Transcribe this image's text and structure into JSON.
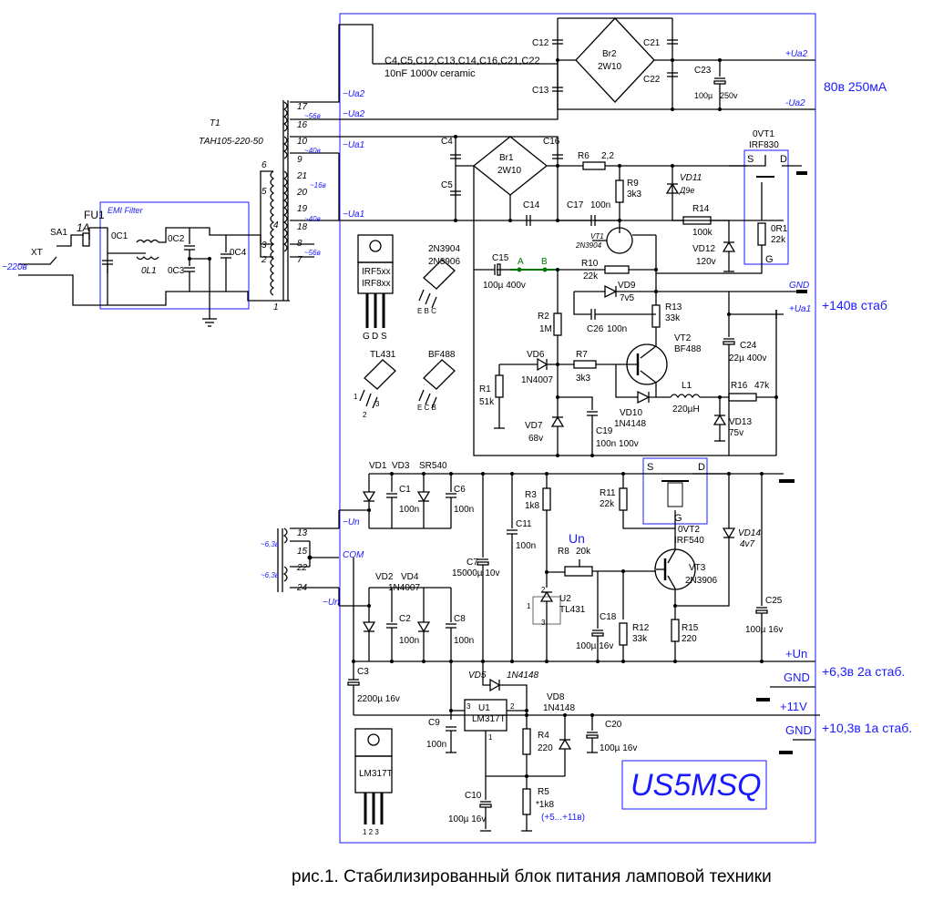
{
  "caption": "рис.1. Стабилизированный блок питания ламповой техники",
  "logo": "US5MSQ",
  "transformer": {
    "ref": "T1",
    "model": "ТАН105-220-50"
  },
  "input": {
    "fuse": "FU1",
    "fuse_rating": "1A",
    "switch": "SA1",
    "connector": "XT",
    "mains": "~220в"
  },
  "emi": {
    "title": "EMI Filter",
    "c1": "0C1",
    "c2": "0C2",
    "c3": "0C3",
    "c4": "0C4",
    "l1": "0L1"
  },
  "pins": {
    "p17": "17",
    "p16": "16",
    "p10": "10",
    "p9": "9",
    "p6": "6",
    "p5": "5",
    "p4": "4",
    "p3": "3",
    "p2": "2",
    "p1": "1",
    "p21": "21",
    "p20": "20",
    "p19": "19",
    "p18": "18",
    "p8": "8",
    "p7": "7",
    "p13": "13",
    "p15": "15",
    "p22": "22",
    "p24": "24"
  },
  "windings": {
    "w56a": "~56в",
    "w40a": "~40в",
    "w16": "~16в",
    "w40b": "~40в",
    "w56b": "~56в",
    "w63a": "~6,3в",
    "w63b": "~6,3в"
  },
  "nets": {
    "ua2": "~Ua2",
    "ua2b": "~Ua2",
    "ua1": "~Ua1",
    "ua1b": "~Ua1",
    "un": "~Un",
    "com": "COM",
    "un2": "~Un",
    "pua2": "+Ua2",
    "mua2": "-Ua2",
    "pua1": "+Ua1",
    "gnd1": "GND",
    "pun": "+Un",
    "gnd2": "GND",
    "p11v": "+11V",
    "gnd3": "GND",
    "a": "A",
    "b": "B",
    "un_adj": "Un"
  },
  "outputs": {
    "o1": "80в 250мА",
    "o2": "+140в  стаб",
    "o3": "+6,3в 2а стаб.",
    "o4": "+10,3в 1а стаб."
  },
  "note": {
    "line1": "C4,C5,C12,C13,C14,C16,C21,C22",
    "line2": "10nF 1000v ceramic"
  },
  "hv": {
    "c12": "C12",
    "c13": "C13",
    "c21": "C21",
    "c22": "C22",
    "br2": "Br2",
    "br2v": "2W10",
    "c23": "C23",
    "c23v": "100µ",
    "c23u": "250v",
    "c4": "C4",
    "c5": "C5",
    "c16": "C16",
    "br1": "Br1",
    "br1v": "2W10",
    "c14": "C14",
    "r6": "R6",
    "r6v": "2,2",
    "c17": "C17",
    "c17v": "100n",
    "r9": "R9",
    "r9v": "3k3",
    "vd11": "VD11",
    "vd11v": "Д9е",
    "r14": "R14",
    "r14v": "100k",
    "vd12": "VD12",
    "vd12v": "120v",
    "q1": "0VT1",
    "q1v": "IRF830",
    "s1": "S",
    "d1": "D",
    "g1": "G",
    "r01": "0R1",
    "r01v": "22k",
    "vt1": "VT1",
    "vt1v": "2N3904",
    "c15": "C15",
    "c15v": "100µ 400v",
    "r10": "R10",
    "r10v": "22k",
    "vd9": "VD9",
    "vd9v": "7v5",
    "r2": "R2",
    "r2v": "1M",
    "c26": "C26",
    "c26v": "100n",
    "r13": "R13",
    "r13v": "33k",
    "vt2": "VT2",
    "vt2v": "BF488",
    "c24": "C24",
    "c24v": "22µ 400v",
    "vd6": "VD6",
    "vd6v": "1N4007",
    "r7": "R7",
    "r7v": "3k3",
    "r1": "R1",
    "r1v": "51k",
    "vd10": "VD10",
    "vd10v": "1N4148",
    "l1": "L1",
    "l1v": "220µH",
    "r16": "R16",
    "r16v": "47k",
    "vd13": "VD13",
    "vd13v": "75v",
    "vd7": "VD7",
    "vd7v": "68v",
    "c19": "C19",
    "c19v": "100n 100v"
  },
  "pinouts": {
    "irf": "IRF5xx",
    "irf2": "IRF8xx",
    "g": "G",
    "d": "D",
    "s": "S",
    "t1": "2N3904",
    "t2": "2N3906",
    "ebc": "E B C",
    "tl": "TL431",
    "tl1": "1",
    "tl2": "2",
    "tl3": "3",
    "bf": "BF488",
    "ecb": "E C B",
    "lm": "LM317T",
    "lmp": "1 2 3"
  },
  "lv": {
    "vd1": "VD1",
    "vd3": "VD3",
    "sr": "SR540",
    "c1": "C1",
    "c1v": "100n",
    "c6": "C6",
    "c6v": "100n",
    "vd2": "VD2",
    "vd4": "VD4",
    "vd24": "1N4007",
    "c2": "C2",
    "c2v": "100n",
    "c8": "C8",
    "c8v": "100n",
    "c7": "C7",
    "c7v": "15000µ 10v",
    "c11": "C11",
    "c11v": "100n",
    "r3": "R3",
    "r3v": "1k8",
    "r8": "R8",
    "r8v": "20k",
    "u2": "U2",
    "u2v": "TL431",
    "r11": "R11",
    "r11v": "22k",
    "q2": "0VT2",
    "q2v": "IRF540",
    "s2": "S",
    "d2": "D",
    "g2": "G",
    "vt3": "VT3",
    "vt3v": "2N3906",
    "vd14": "VD14",
    "vd14v": "4v7",
    "c18": "C18",
    "c18v": "100µ 16v",
    "r12": "R12",
    "r12v": "33k",
    "r15": "R15",
    "r15v": "220",
    "c25": "C25",
    "c25v": "100µ 16v",
    "c3": "C3",
    "c3v": "2200µ 16v",
    "vd5": "VD5",
    "vd5v": "1N4148",
    "u1": "U1",
    "u1v": "LM317T",
    "u1p1": "1",
    "u1p2": "2",
    "u1p3": "3",
    "vd8": "VD8",
    "vd8v": "1N4148",
    "c20": "C20",
    "c20v": "100µ 16v",
    "c9": "C9",
    "c9v": "100n",
    "r4": "R4",
    "r4v": "220",
    "c10": "C10",
    "c10v": "100µ 16v",
    "r5": "R5",
    "r5v": "*1k8",
    "range": "(+5...+11в)",
    "u2p1": "1",
    "u2p2": "2",
    "u2p3": "3"
  }
}
